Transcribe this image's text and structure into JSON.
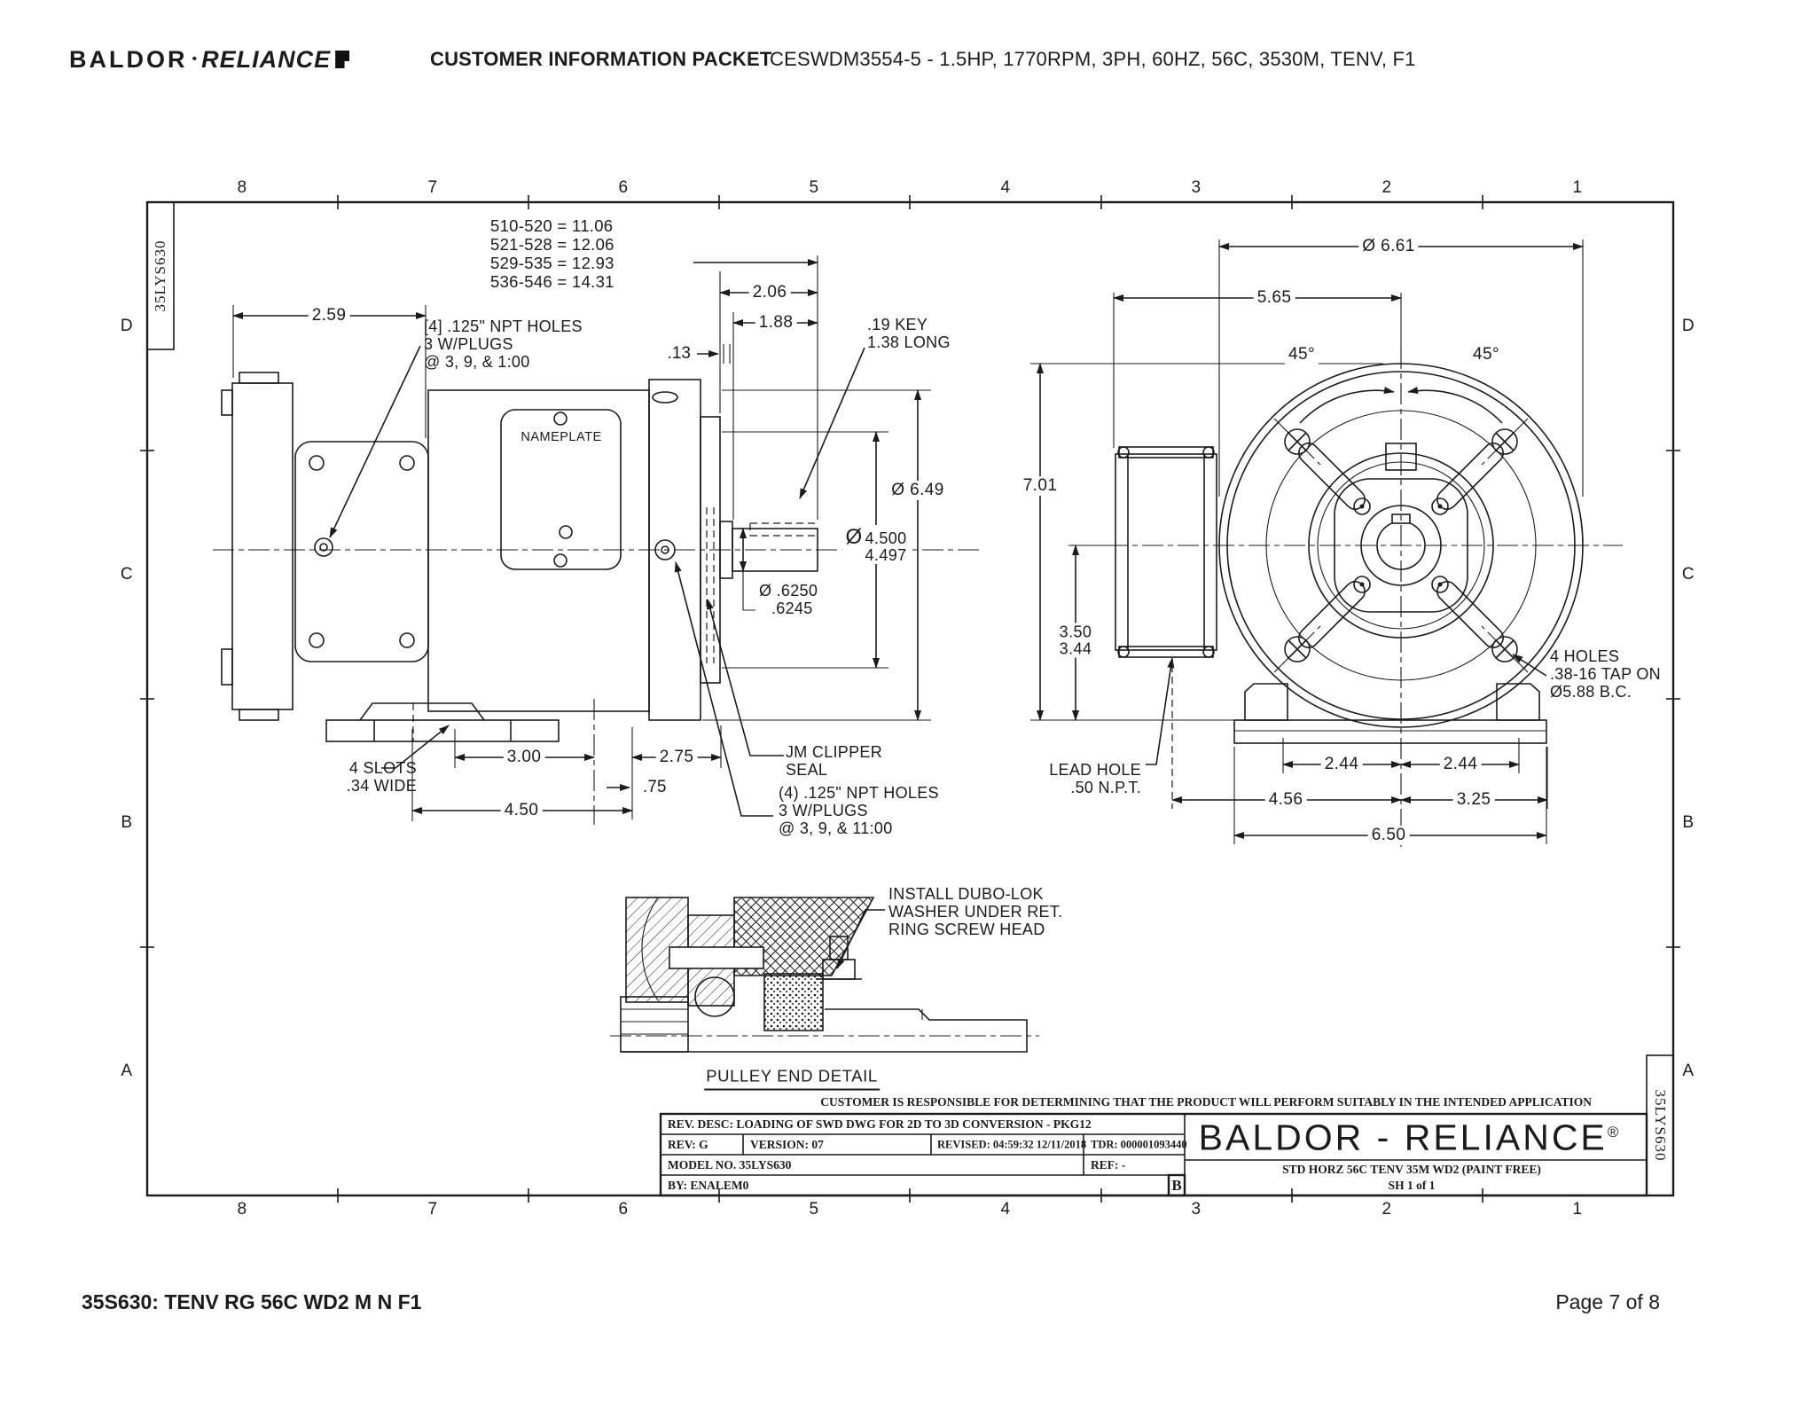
{
  "header": {
    "logo_baldor": "BALDOR",
    "logo_sep": "•",
    "logo_reliance": "RELIANCE",
    "packet_title": "CUSTOMER INFORMATION PACKET",
    "spec": "CESWDM3554-5 - 1.5HP, 1770RPM, 3PH, 60HZ, 56C, 3530M, TENV, F1"
  },
  "border": {
    "cols": [
      "8",
      "7",
      "6",
      "5",
      "4",
      "3",
      "2",
      "1"
    ],
    "rows": [
      "D",
      "C",
      "B",
      "A"
    ],
    "stamp": "35LYS630"
  },
  "side_view": {
    "length_table": [
      "510-520 = 11.06",
      "521-528 = 12.06",
      "529-535 = 12.93",
      "536-546 = 14.31"
    ],
    "dim_2_59": "2.59",
    "npt_top": [
      "[4] .125\" NPT HOLES",
      "3 W/PLUGS",
      "@ 3, 9, & 1:00"
    ],
    "dim_2_06": "2.06",
    "dim_1_88": "1.88",
    "dim_13": ".13",
    "key_note": [
      ".19 KEY",
      "1.38 LONG"
    ],
    "nameplate": "NAMEPLATE",
    "dia_6_49": "Ø 6.49",
    "dia_4500_sym": "Ø",
    "dia_4500_top": "4.500",
    "dia_4500_bot": "4.497",
    "dia_625_top": "Ø .6250",
    "dia_625_bot": ".6245",
    "jm_seal": [
      "JM CLIPPER",
      "SEAL"
    ],
    "slots_note": [
      "4 SLOTS",
      ".34 WIDE"
    ],
    "dim_3_00": "3.00",
    "dim_2_75": "2.75",
    "dim_75": ".75",
    "dim_4_50": "4.50",
    "npt_bottom": [
      "(4) .125\" NPT HOLES",
      "3 W/PLUGS",
      "@ 3, 9, & 11:00"
    ]
  },
  "end_view": {
    "dia_6_61": "Ø 6.61",
    "dim_5_65": "5.65",
    "angle_left": "45°",
    "angle_right": "45°",
    "dim_7_01": "7.01",
    "dim_350": "3.50",
    "dim_344": "3.44",
    "lead_hole": [
      "LEAD HOLE",
      ".50 N.P.T."
    ],
    "holes_note": [
      "4 HOLES",
      ".38-16 TAP ON",
      "Ø5.88 B.C."
    ],
    "dim_2_44a": "2.44",
    "dim_2_44b": "2.44",
    "dim_4_56": "4.56",
    "dim_3_25": "3.25",
    "dim_6_50": "6.50"
  },
  "detail": {
    "note": [
      "INSTALL DUBO-LOK",
      "WASHER UNDER RET.",
      "RING SCREW HEAD"
    ],
    "caption": "PULLEY END DETAIL"
  },
  "title_block": {
    "disclaimer": "CUSTOMER IS RESPONSIBLE FOR DETERMINING THAT THE PRODUCT WILL PERFORM SUITABLY IN THE INTENDED APPLICATION",
    "rev_desc": "REV. DESC: LOADING OF SWD DWG FOR 2D TO 3D CONVERSION - PKG12",
    "rev": "REV:  G",
    "version": "VERSION:  07",
    "revised": "REVISED:  04:59:32 12/11/2018",
    "tdr": "TDR:  000001093440",
    "model": "MODEL NO.   35LYS630",
    "ref": "REF:  -",
    "by": "BY: ENALEM0",
    "size_letter": "B",
    "brand": "BALDOR - RELIANCE",
    "brand_reg": "®",
    "desc1": "STD HORZ 56C TENV 35M WD2 (PAINT FREE)",
    "desc2": "SH 1 of 1"
  },
  "footer": {
    "left": "35S630: TENV RG 56C WD2 M N F1",
    "right": "Page 7 of 8"
  }
}
